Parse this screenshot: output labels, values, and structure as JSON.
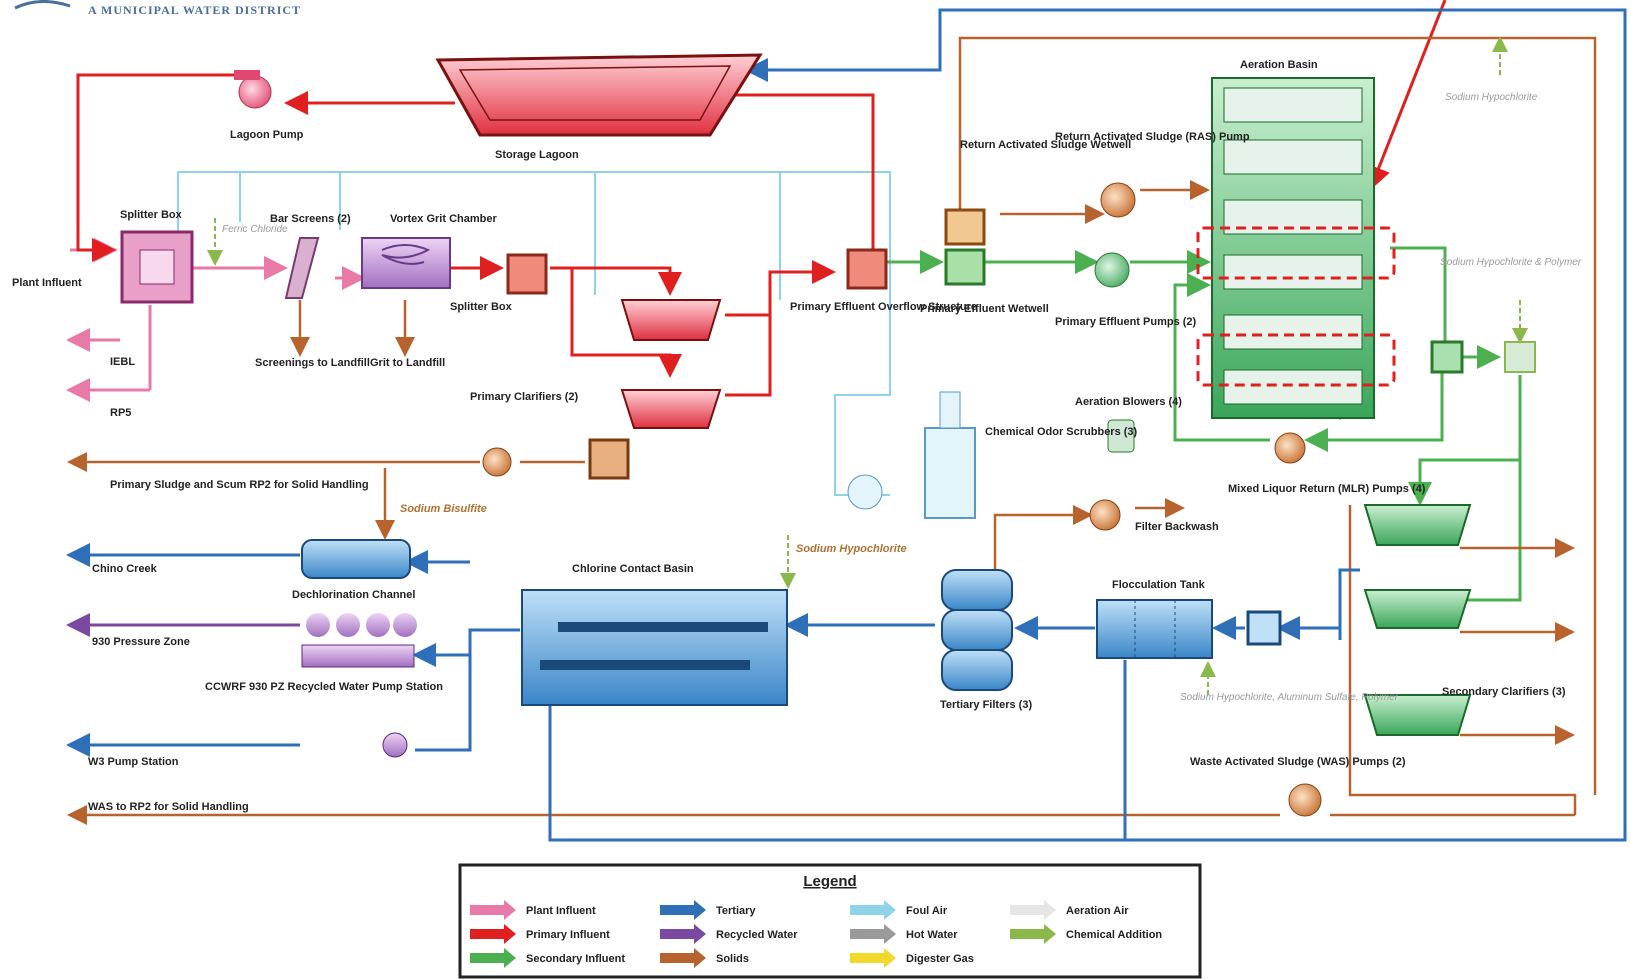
{
  "header": {
    "district_text": "A MUNICIPAL WATER DISTRICT"
  },
  "labels": {
    "lagoon_pump": "Lagoon Pump",
    "storage_lagoon": "Storage Lagoon",
    "splitter_box_1": "Splitter Box",
    "ferric_chloride": "Ferric Chloride",
    "bar_screens": "Bar Screens (2)",
    "vortex_grit": "Vortex Grit Chamber",
    "splitter_box_2": "Splitter Box",
    "plant_influent": "Plant Influent",
    "iebl": "IEBL",
    "rp5": "RP5",
    "screenings_landfill": "Screenings to Landfill",
    "grit_landfill": "Grit to Landfill",
    "primary_clarifiers": "Primary Clarifiers (2)",
    "peos": "Primary Effluent Overflow Structure",
    "pe_wetwell": "Primary Effluent Wetwell",
    "ras_wetwell": "Return Activated Sludge Wetwell",
    "ras_pump": "Return Activated Sludge (RAS) Pump",
    "pe_pumps": "Primary Effluent Pumps (2)",
    "aeration_basin": "Aeration Basin",
    "sodium_hypochlorite_top": "Sodium Hypochlorite",
    "sodium_hypo_polymer": "Sodium Hypochlorite & Polymer",
    "aeration_blowers": "Aeration Blowers (4)",
    "chemical_odor_scrubbers": "Chemical Odor Scrubbers (3)",
    "mlr_pumps": "Mixed Liquor Return (MLR) Pumps (4)",
    "primary_sludge": "Primary Sludge and Scum RP2 for Solid Handling",
    "sodium_bisulfite": "Sodium Bisulfite",
    "filter_backwash": "Filter Backwash",
    "sodium_hypochlorite_ccb": "Sodium Hypochlorite",
    "chino_creek": "Chino Creek",
    "dechlorination_channel": "Dechlorination Channel",
    "chlorine_contact_basin": "Chlorine Contact Basin",
    "flocculation_tank": "Flocculation Tank",
    "pressure_zone": "930 Pressure Zone",
    "ccwrf_pump_station": "CCWRF 930 PZ Recycled Water Pump Station",
    "tertiary_filters": "Tertiary Filters (3)",
    "floc_chemicals": "Sodium Hypochlorite, Aluminum Sulfate, Polymer",
    "secondary_clarifiers": "Secondary Clarifiers (3)",
    "w3_pump_station": "W3 Pump Station",
    "was_pumps": "Waste Activated Sludge (WAS) Pumps (2)",
    "was_rp2": "WAS to RP2 for Solid Handling"
  },
  "legend": {
    "title": "Legend",
    "items": [
      {
        "label": "Plant Influent",
        "color": "#e87aa8"
      },
      {
        "label": "Primary Influent",
        "color": "#e02020"
      },
      {
        "label": "Secondary Influent",
        "color": "#4caf50"
      },
      {
        "label": "Tertiary",
        "color": "#2e6fb8"
      },
      {
        "label": "Recycled Water",
        "color": "#7b4aa0"
      },
      {
        "label": "Solids",
        "color": "#b8622e"
      },
      {
        "label": "Foul Air",
        "color": "#8fd3e8"
      },
      {
        "label": "Hot Water",
        "color": "#9a9a9a"
      },
      {
        "label": "Digester Gas",
        "color": "#f2d82a"
      },
      {
        "label": "Aeration Air",
        "color": "#e6e6e6"
      },
      {
        "label": "Chemical Addition",
        "color": "#8ab84a"
      }
    ]
  },
  "colors": {
    "plant_influent": "#e87aa8",
    "primary": "#e02020",
    "secondary": "#4caf50",
    "tertiary": "#2e6fb8",
    "recycled": "#7b4aa0",
    "solids": "#b8622e",
    "foul_air": "#8fd3e8",
    "chemical": "#8ab84a"
  }
}
